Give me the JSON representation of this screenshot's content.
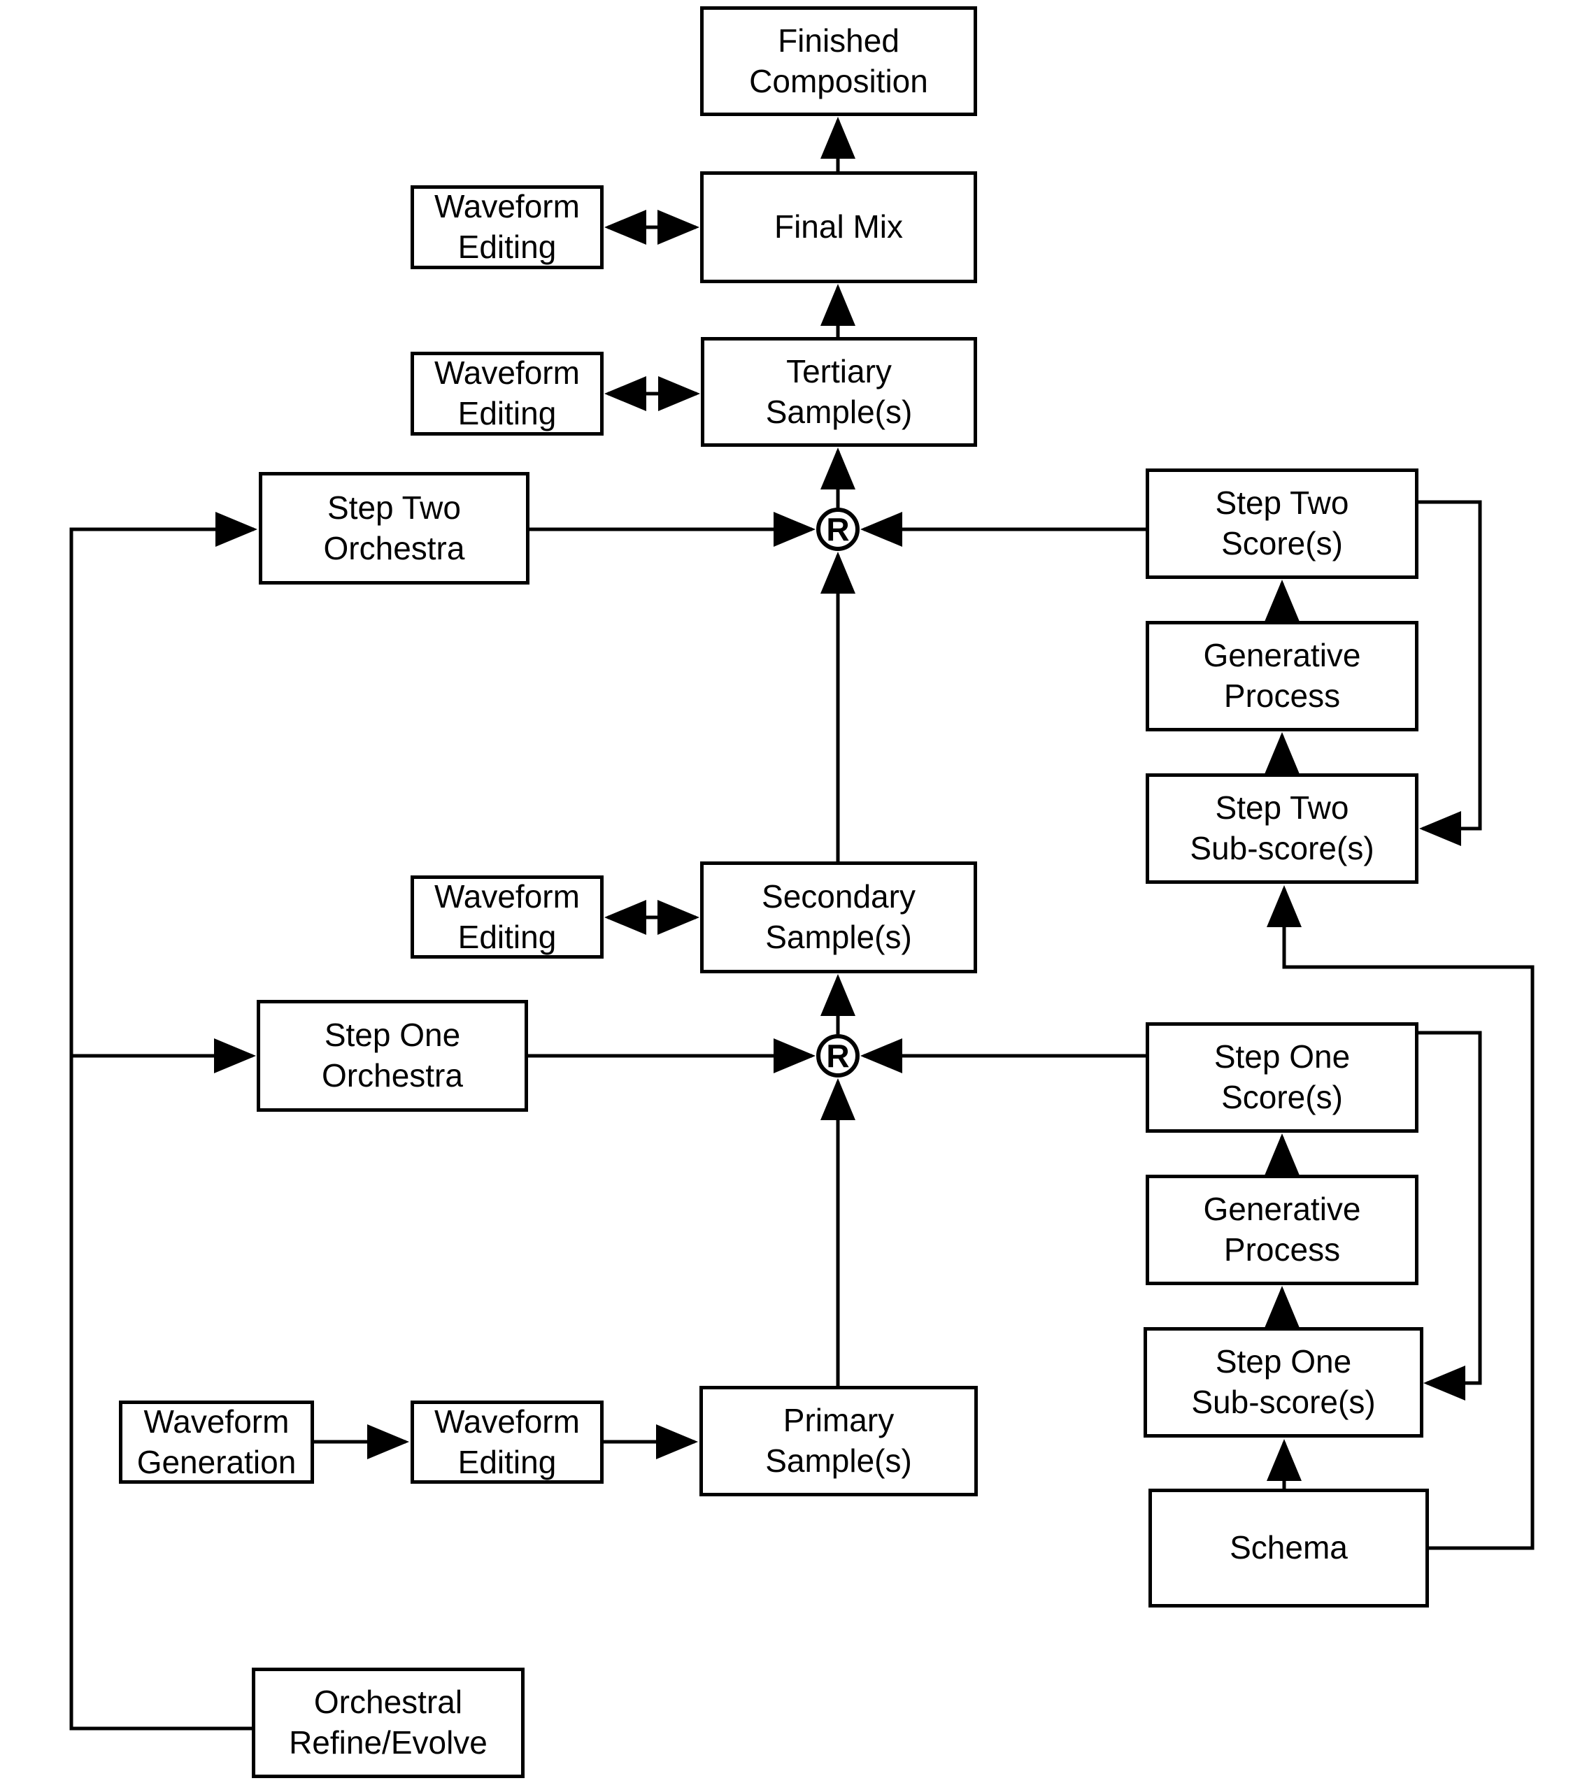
{
  "diagram": {
    "background_color": "#ffffff",
    "line_color": "#000000",
    "box_fill_color": "#ffffff",
    "nodes": {
      "finished_composition": "Finished\nComposition",
      "final_mix": "Final Mix",
      "waveform_editing_1": "Waveform\nEditing",
      "waveform_editing_2": "Waveform\nEditing",
      "waveform_editing_3": "Waveform\nEditing",
      "waveform_editing_4": "Waveform\nEditing",
      "tertiary_samples": "Tertiary\nSample(s)",
      "step_two_orchestra": "Step Two\nOrchestra",
      "step_two_scores": "Step Two\nScore(s)",
      "generative_process_top": "Generative\nProcess",
      "step_two_subscores": "Step Two\nSub-score(s)",
      "secondary_samples": "Secondary\nSample(s)",
      "step_one_orchestra": "Step One\nOrchestra",
      "step_one_scores": "Step One\nScore(s)",
      "generative_process_bottom": "Generative\nProcess",
      "step_one_subscores": "Step One\nSub-score(s)",
      "waveform_generation": "Waveform\nGeneration",
      "primary_samples": "Primary\nSample(s)",
      "schema": "Schema",
      "orchestral_refine_evolve": "Orchestral\nRefine/Evolve"
    },
    "junctions": {
      "top": "R",
      "bottom": "R"
    },
    "connections": [
      {
        "from": "final_mix",
        "to": "finished_composition",
        "type": "arrow"
      },
      {
        "from": "waveform_editing_1",
        "to": "final_mix",
        "type": "double-arrow"
      },
      {
        "from": "tertiary_samples",
        "to": "final_mix",
        "type": "arrow"
      },
      {
        "from": "waveform_editing_2",
        "to": "tertiary_samples",
        "type": "double-arrow"
      },
      {
        "from": "r_top",
        "to": "tertiary_samples",
        "type": "arrow"
      },
      {
        "from": "step_two_orchestra",
        "to": "r_top",
        "type": "arrow"
      },
      {
        "from": "step_two_scores",
        "to": "r_top",
        "type": "arrow"
      },
      {
        "from": "secondary_samples",
        "to": "r_top",
        "type": "arrow"
      },
      {
        "from": "generative_process_top",
        "to": "step_two_scores",
        "type": "arrow"
      },
      {
        "from": "step_two_subscores",
        "to": "generative_process_top",
        "type": "arrow"
      },
      {
        "from": "step_two_scores",
        "to": "step_two_subscores",
        "type": "arrow-loop"
      },
      {
        "from": "waveform_editing_3",
        "to": "secondary_samples",
        "type": "double-arrow"
      },
      {
        "from": "r_bottom",
        "to": "secondary_samples",
        "type": "arrow"
      },
      {
        "from": "step_one_orchestra",
        "to": "r_bottom",
        "type": "arrow"
      },
      {
        "from": "step_one_scores",
        "to": "r_bottom",
        "type": "arrow"
      },
      {
        "from": "primary_samples",
        "to": "r_bottom",
        "type": "arrow"
      },
      {
        "from": "generative_process_bottom",
        "to": "step_one_scores",
        "type": "arrow"
      },
      {
        "from": "step_one_subscores",
        "to": "generative_process_bottom",
        "type": "arrow"
      },
      {
        "from": "step_one_scores",
        "to": "step_one_subscores",
        "type": "arrow-loop"
      },
      {
        "from": "schema",
        "to": "step_one_subscores",
        "type": "arrow"
      },
      {
        "from": "schema",
        "to": "step_two_subscores",
        "type": "arrow-loop"
      },
      {
        "from": "waveform_generation",
        "to": "waveform_editing_4",
        "type": "arrow"
      },
      {
        "from": "waveform_editing_4",
        "to": "primary_samples",
        "type": "arrow"
      },
      {
        "from": "orchestral_refine_evolve",
        "to": "step_two_orchestra",
        "type": "arrow"
      },
      {
        "from": "orchestral_refine_evolve",
        "to": "step_one_orchestra",
        "type": "arrow"
      }
    ]
  }
}
